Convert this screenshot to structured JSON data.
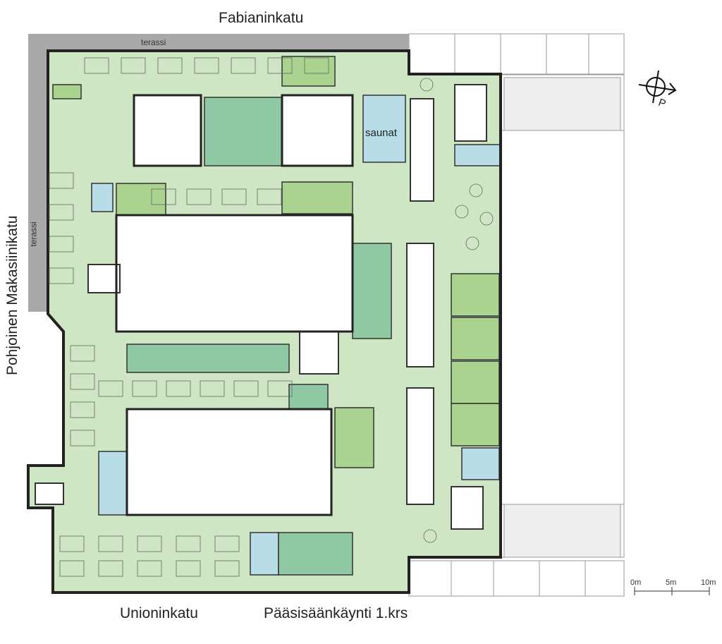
{
  "streets": {
    "north": "Fabianinkatu",
    "west": "Pohjoinen Makasiinikatu",
    "south": "Unioninkatu",
    "entrance": "Pääsisäänkäynti 1.krs"
  },
  "areas": {
    "terrace_top": "terassi",
    "terrace_left": "terassi",
    "saunas": "saunat"
  },
  "compass": {
    "north_label": "P"
  },
  "scale": {
    "labels": [
      "0m",
      "5m",
      "10m"
    ]
  },
  "colors": {
    "open_office": "#cfe6c4",
    "meeting_room": "#a9d38e",
    "office_room": "#8fc9a4",
    "sauna_wc": "#b8dde6",
    "terrace": "#a9a9a9",
    "wall": "#222222"
  }
}
